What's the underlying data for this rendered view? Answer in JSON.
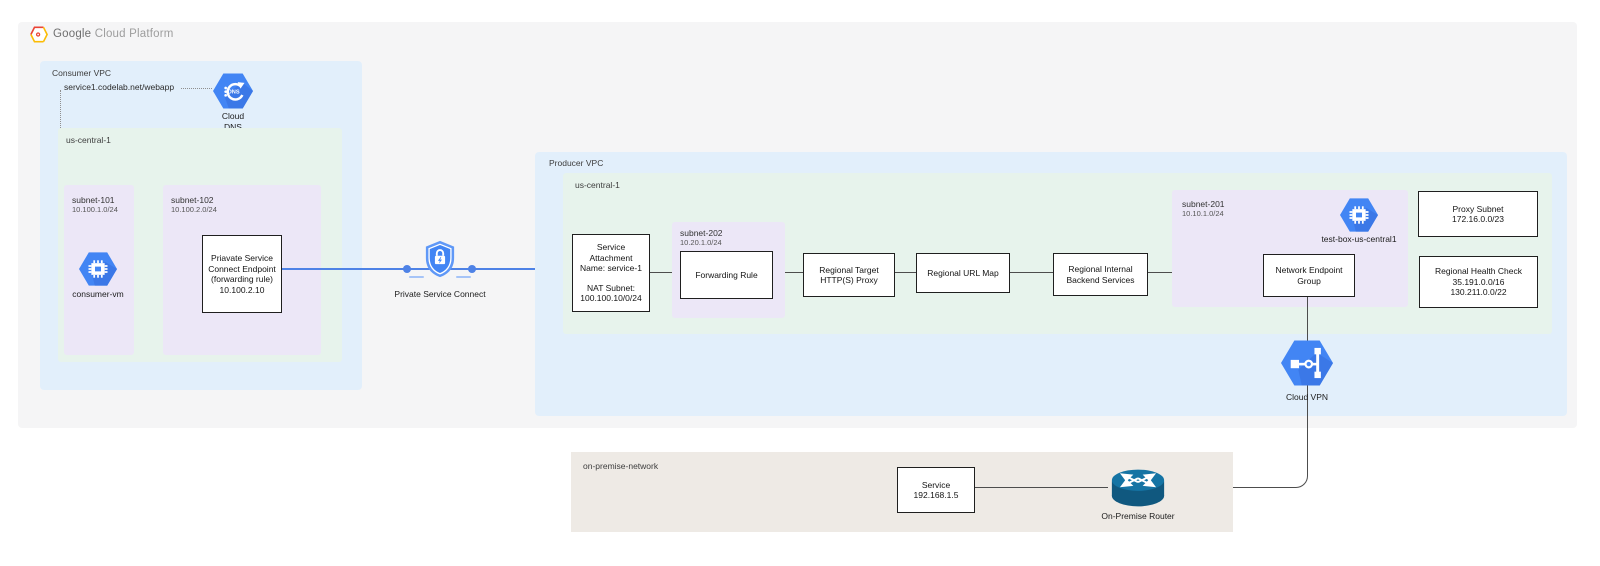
{
  "header": {
    "brand_bold": "Google",
    "brand_light": "Cloud Platform"
  },
  "consumer": {
    "label": "Consumer VPC",
    "dns_record": "service1.codelab.net/webapp",
    "dns_icon_label_1": "Cloud",
    "dns_icon_label_2": "DNS",
    "region": "us-central-1",
    "subnet101": {
      "name": "subnet-101",
      "cidr": "10.100.1.0/24"
    },
    "vm_label": "consumer-vm",
    "subnet102": {
      "name": "subnet-102",
      "cidr": "10.100.2.0/24"
    },
    "endpoint": {
      "l1": "Priavate Service",
      "l2": "Connect Endpoint",
      "l3": "(forwarding rule)",
      "l4": "10.100.2.10"
    }
  },
  "psc": {
    "label": "Private Service Connect"
  },
  "producer": {
    "label": "Producer VPC",
    "region": "us-central-1",
    "service_attachment": {
      "l1": "Service",
      "l2": "Attachment",
      "l3": "Name: service-1",
      "l4": "NAT Subnet:",
      "l5": "100.100.10/0/24"
    },
    "subnet202": {
      "name": "subnet-202",
      "cidr": "10.20.1.0/24"
    },
    "forwarding_rule": "Forwarding Rule",
    "target_proxy": {
      "l1": "Regional Target",
      "l2": "HTTP(S) Proxy"
    },
    "url_map": "Regional URL Map",
    "backend": {
      "l1": "Regional Internal",
      "l2": "Backend Services"
    },
    "subnet201": {
      "name": "subnet-201",
      "cidr": "10.10.1.0/24"
    },
    "test_box_label": "test-box-us-central1",
    "neg": {
      "l1": "Network Endpoint",
      "l2": "Group"
    },
    "proxy_subnet": {
      "l1": "Proxy Subnet",
      "l2": "172.16.0.0/23"
    },
    "health_check": {
      "l1": "Regional Health Check",
      "l2": "35.191.0.0/16",
      "l3": "130.211.0.0/22"
    },
    "vpn_label": "Cloud VPN"
  },
  "onprem": {
    "label": "on-premise-network",
    "service": {
      "l1": "Service",
      "l2": "192.168.1.5"
    },
    "router_label": "On-Premise Router"
  },
  "colors": {
    "icon_blue": "#4285f4",
    "link_blue": "#4e82e6",
    "vpc_fill": "#e2effb",
    "region_fill": "#e7f3ec",
    "subnet_fill": "#ece7f7",
    "onprem_fill": "#eeeae5",
    "connector_dark": "#4d4d4d"
  }
}
